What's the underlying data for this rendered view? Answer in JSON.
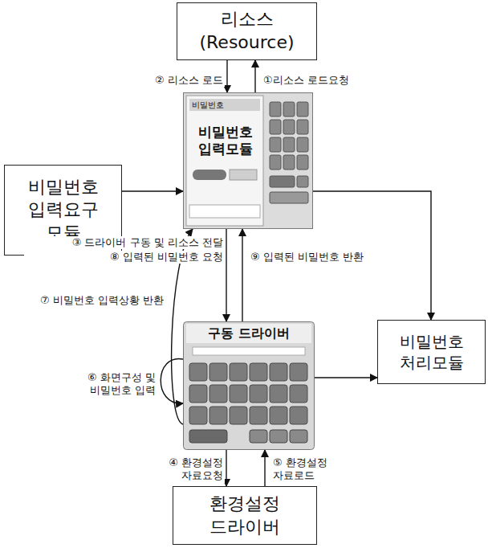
{
  "diagram": {
    "nodes": [
      {
        "text": [
          "리소스 (Resource)"
        ]
      },
      {
        "text": [
          "비밀번호",
          "비밀번호 입력모듈"
        ]
      },
      {
        "text": [
          "비밀번호 입력요구 모듈"
        ]
      },
      {
        "text": [
          "구동 드라이버"
        ]
      },
      {
        "text": [
          "비밀번호 처리모듈"
        ]
      },
      {
        "text": [
          "환경설정 드라이버"
        ]
      }
    ],
    "edges": [
      {
        "from": 1,
        "to": 0,
        "label": "①리소스 로드요청",
        "arrow": "to"
      },
      {
        "from": 0,
        "to": 1,
        "label": "② 리소스 로드",
        "arrow": "to"
      },
      {
        "from": 2,
        "to": 1,
        "arrow": "to"
      },
      {
        "from": 1,
        "to": 4,
        "arrow": "to"
      },
      {
        "from": 1,
        "to": 3,
        "label": "③ 드라이버 구동 및 리소스 전달",
        "arrow": "to"
      },
      {
        "from": 3,
        "to": 1,
        "label": "⑨ 입력된 비밀번호 반환",
        "arrow": "to"
      },
      {
        "from": 3,
        "to": 1,
        "label": "⑦ 비밀번호 입력상황 반환",
        "arrow": "to"
      },
      {
        "from": 3,
        "to": 5,
        "label": "④ 환경설정 자료요청",
        "arrow": "to"
      },
      {
        "from": 5,
        "to": 3,
        "label": "⑤ 환경설정 자료로드",
        "arrow": "to"
      },
      {
        "from": 3,
        "to": 4,
        "arrow": "to"
      }
    ],
    "labels": [
      "⑧ 입력된 비밀번호 요청",
      "⑥ 화면구성 및 비밀번호 입력"
    ]
  }
}
